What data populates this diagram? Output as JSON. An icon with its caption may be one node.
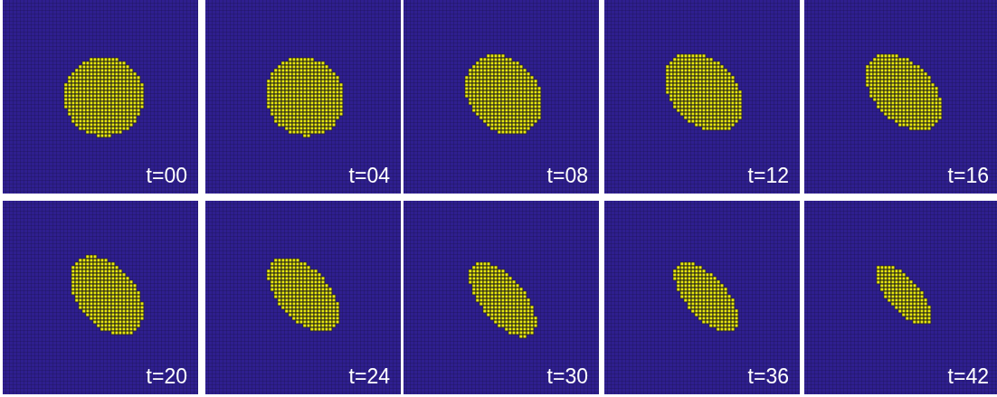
{
  "diagram": {
    "nodes": [
      {
        "text": [
          "t=00"
        ]
      },
      {
        "text": [
          "t=04"
        ]
      },
      {
        "text": [
          "t=08"
        ]
      },
      {
        "text": [
          "t=12"
        ]
      },
      {
        "text": [
          "t=16"
        ]
      },
      {
        "text": [
          "t=20"
        ]
      },
      {
        "text": [
          "t=24"
        ]
      },
      {
        "text": [
          "t=30"
        ]
      },
      {
        "text": [
          "t=36"
        ]
      },
      {
        "text": [
          "t=42"
        ]
      }
    ]
  }
}
